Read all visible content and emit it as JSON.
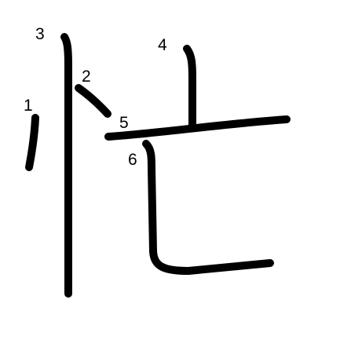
{
  "character": "忙",
  "strokes": [
    {
      "order": "1",
      "label": "1"
    },
    {
      "order": "2",
      "label": "2"
    },
    {
      "order": "3",
      "label": "3"
    },
    {
      "order": "4",
      "label": "4"
    },
    {
      "order": "5",
      "label": "5"
    },
    {
      "order": "6",
      "label": "6"
    }
  ],
  "colors": {
    "stroke": "#000000",
    "background": "#ffffff",
    "label": "#000000"
  }
}
